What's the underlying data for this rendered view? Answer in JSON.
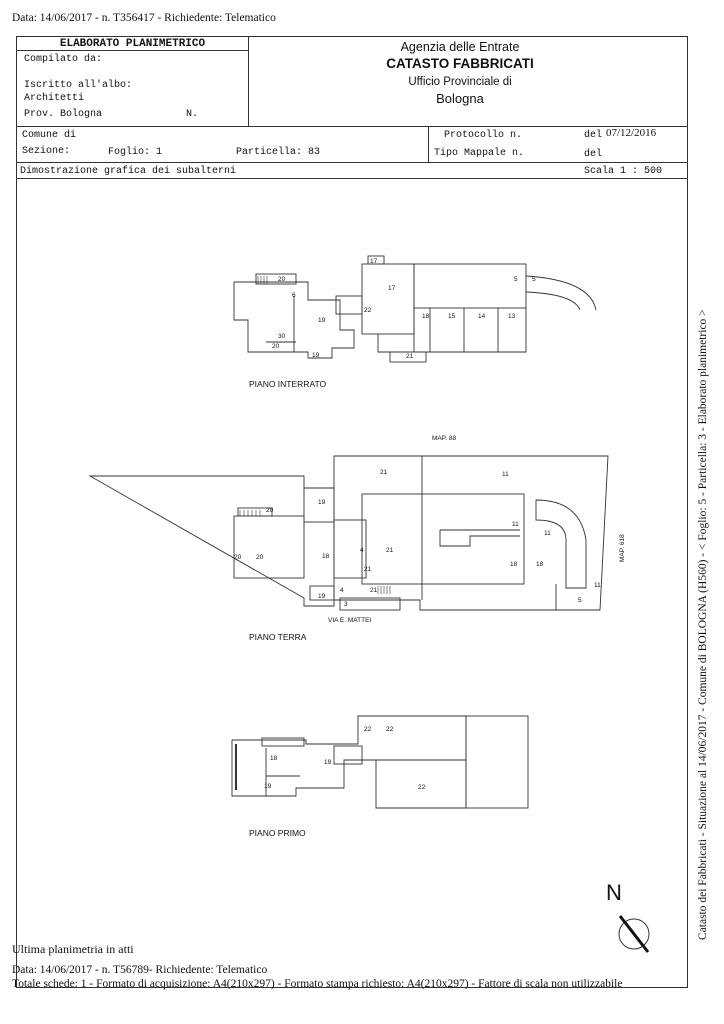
{
  "header_line": "Data: 14/06/2017 - n. T356417 - Richiedente: Telematico",
  "box": {
    "title": "ELABORATO PLANIMETRICO",
    "compilato": "Compilato da:",
    "iscritto": "Iscritto all'albo:",
    "architetti": "Architetti",
    "prov": "Prov. Bologna",
    "n": "N."
  },
  "agency": {
    "line1": "Agenzia delle Entrate",
    "line2": "CATASTO FABBRICATI",
    "line3": "Ufficio Provinciale di",
    "line4": "Bologna"
  },
  "info": {
    "comune": "Comune di",
    "sezione": "Sezione:",
    "foglio": "Foglio: 1",
    "particella": "Particella: 83",
    "protocollo": "Protocollo n.",
    "del1": "del",
    "date": "07/12/2016",
    "tipo": "Tipo Mappale n.",
    "del2": "del"
  },
  "dimostrazione": "Dimostrazione grafica dei subalterni",
  "scala": "Scala 1 : 500",
  "plans": {
    "interrato": "PIANO INTERRATO",
    "terra": "PIANO TERRA",
    "primo": "PIANO PRIMO",
    "map88": "MAP. 88",
    "map618": "MAP. 618",
    "via": "VIA E. MATTEI"
  },
  "north": "N",
  "side_text": "Catasto dei Fabbricati - Situazione al 14/06/2017 - Comune di BOLOGNA (H560) - < Foglio: 5 - Particella: 3 - Elaborato planimetrico >",
  "ultima": "Ultima planimetria in atti",
  "footer1": "Data: 14/06/2017 - n. T56789- Richiedente: Telematico",
  "footer2": "Totale schede: 1 - Formato di acquisizione: A4(210x297)  - Formato stampa richiesto: A4(210x297) - Fattore di scala non utilizzabile",
  "room_numbers": {
    "interrato": [
      "17",
      "17",
      "5",
      "5",
      "20",
      "6",
      "19",
      "30",
      "20",
      "19",
      "22",
      "18",
      "15",
      "14",
      "13",
      "21"
    ],
    "terra": [
      "21",
      "11",
      "19",
      "20",
      "20",
      "20",
      "18",
      "4",
      "21",
      "21",
      "11",
      "11",
      "18",
      "18",
      "21",
      "4",
      "5",
      "11",
      "19",
      "3"
    ],
    "primo": [
      "22",
      "22",
      "18",
      "19",
      "19",
      "22"
    ]
  }
}
